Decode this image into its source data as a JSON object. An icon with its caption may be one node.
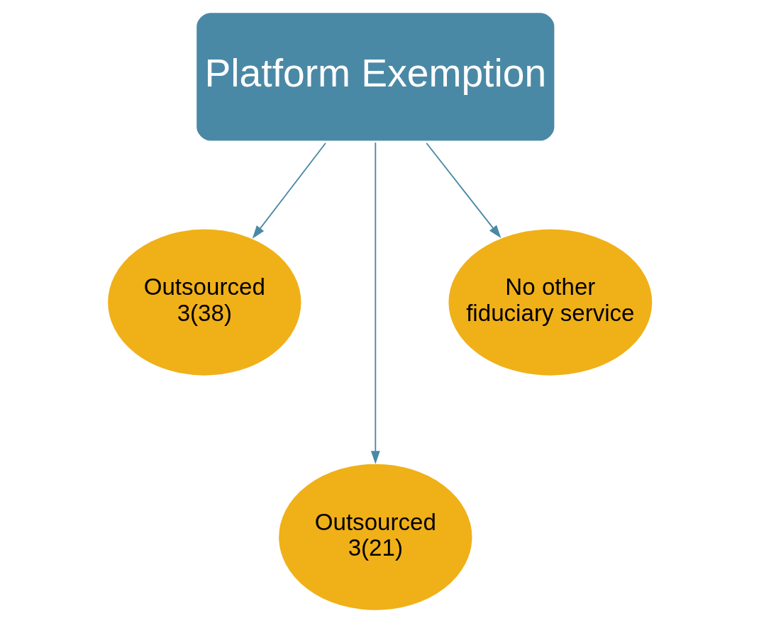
{
  "diagram": {
    "nodes": [
      {
        "text": [
          "Platform Exemption"
        ]
      },
      {
        "text": [
          "Outsourced 3(38)"
        ]
      },
      {
        "text": [
          "Outsourced 3(21)"
        ]
      },
      {
        "text": [
          "No other fiduciary service"
        ]
      }
    ],
    "edges": [
      {
        "from": 0,
        "to": 1,
        "arrow": "to"
      },
      {
        "from": 0,
        "to": 2,
        "arrow": "to"
      },
      {
        "from": 0,
        "to": 3,
        "arrow": "to"
      }
    ]
  }
}
